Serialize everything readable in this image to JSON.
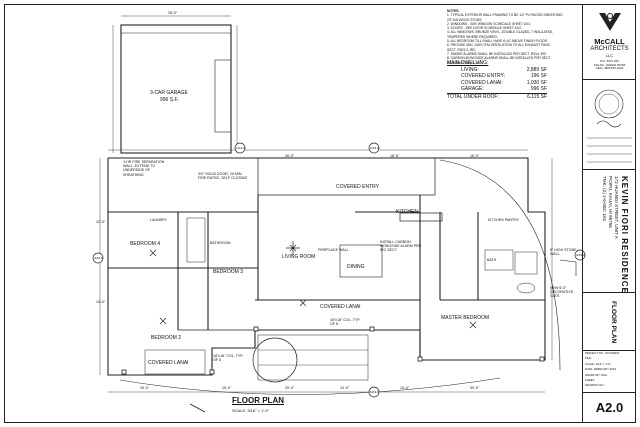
{
  "notes": {
    "heading": "NOTES:",
    "lines": [
      "1. TYPICAL EXTERIOR WALL FRAMING TO BE 1/2\" PLYWOOD SHEATHING",
      "   OF 2x6 WOOD STUDS.",
      "2. WINDOWS - SEE WINDOW SCHEDULE SHEET A3.0",
      "3. DOORS - SEE DOOR SCHEDULE SHEET A3.0",
      "4. ALL WINDOWS: BRONZE VINYL, DOUBLE GLAZED, 7 INSULATED,",
      "   TEMPERED WHERE REQUIRED.",
      "5. ALL BEDROOM TILL SHALL HAVE A 44\" ABOVE FINISH FLOOR.",
      "6. PROVIDE MIN. 1000 CFM VENTILATION TO ALL EXHAUST FANS.",
      "   SECT. R303.3, IRC.",
      "7. SMOKE ALARMS SHALL BE INSTALLED PER SECT. R314, IRC.",
      "8. CARBON MONOXIDE ALARMS SHALL BE INSTALLED PER SECT.",
      "   R315 AND R315.3, IRC."
    ]
  },
  "area": {
    "heading": "MAIN DWELLING:",
    "rows": [
      {
        "label": "LIVING:",
        "value": "2,889 SF"
      },
      {
        "label": "COVERED ENTRY:",
        "value": "196 SF"
      },
      {
        "label": "COVERED LANAI:",
        "value": "1,030 SF"
      },
      {
        "label": "GARAGE:",
        "value": "996 SF"
      }
    ],
    "total_label": "TOTAL UNDER ROOF:",
    "total_value": "6,115 SF"
  },
  "titleblock": {
    "firm_line1": "McCALL",
    "firm_line2": "ARCHITECTS",
    "firm_line3": "LLC",
    "firm_contact": [
      "P.O. BOX 460",
      "KOLOA, HAWAII 96756",
      "CELL: 808-876-2232"
    ],
    "project_name": "KEVIN FIORI RESIDENCE",
    "project_address": "172 HUANGI STREET, UNIT A",
    "project_city": "POIPU, KAUAI, HI 96756",
    "project_tmk": "TMK: (2) 2-6-002: 161",
    "sheet_title": "FLOOR PLAN",
    "sheet_number": "A2.0",
    "meta": [
      "PROJECT NO.: KFIORI003",
      "FILE:",
      "SCALE: 3/16\" = 1'-0\"",
      "DATE: FEBRUARY 2024",
      "DRAWN BY: RAA",
      "SHEET:",
      "DRAWING NO.:"
    ]
  },
  "drawing": {
    "title": "FLOOR PLAN",
    "scale": "SCALE: 3/16\" = 1'-0\"",
    "rooms": {
      "garage": "3-CAR GARAGE",
      "garage_area": "996 S.F.",
      "covered_entry": "COVERED ENTRY",
      "kitchen": "KITCHEN",
      "living": "LIVING ROOM",
      "dining": "DINING",
      "fireplace": "FIREPLACE WALL",
      "bedroom4": "BEDROOM 4",
      "bedroom3": "BEDROOM 3",
      "bedroom2": "BEDROOM 2",
      "master": "MASTER BEDROOM",
      "lanai_center": "COVERED LANAI",
      "lanai_left": "COVERED LANAI",
      "laundry": "LAUNDRY",
      "bath_left": "BATHROOM",
      "bath_master": "BATH",
      "pantry": "KITCHEN PANTRY"
    },
    "callouts": [
      "1-HR FIRE SEPARATION WALL, EXTEND TO UNDERSIDE OF SHEATHING",
      "3/4\" SOLID DOOR, 20 MIN FIRE RATED, SELF CLOSING",
      "INSTALL CARBON MONOXIDE ALARM PER IRC SECT.",
      "8\" HIGH STONE WALL",
      "NEW 6'-0\" DECORATIVE GATE",
      "18\"x18\" COL. TYP. OF 8",
      "18\"x18\" COL. TYP. OF 8"
    ],
    "dims": [
      "28'-0\"",
      "26'-0\"",
      "18'-6\"",
      "16'-0\"",
      "25'-0\"",
      "15'-0\"",
      "29'-0\"",
      "14'-0\"",
      "10'-0\"",
      "39'-0\"",
      "12'-0\"",
      "14'-0\""
    ],
    "section_tags": [
      "1/A3.0",
      "2/A3.0",
      "3/A3.0",
      "4/A3.0",
      "5/A3.0"
    ]
  }
}
